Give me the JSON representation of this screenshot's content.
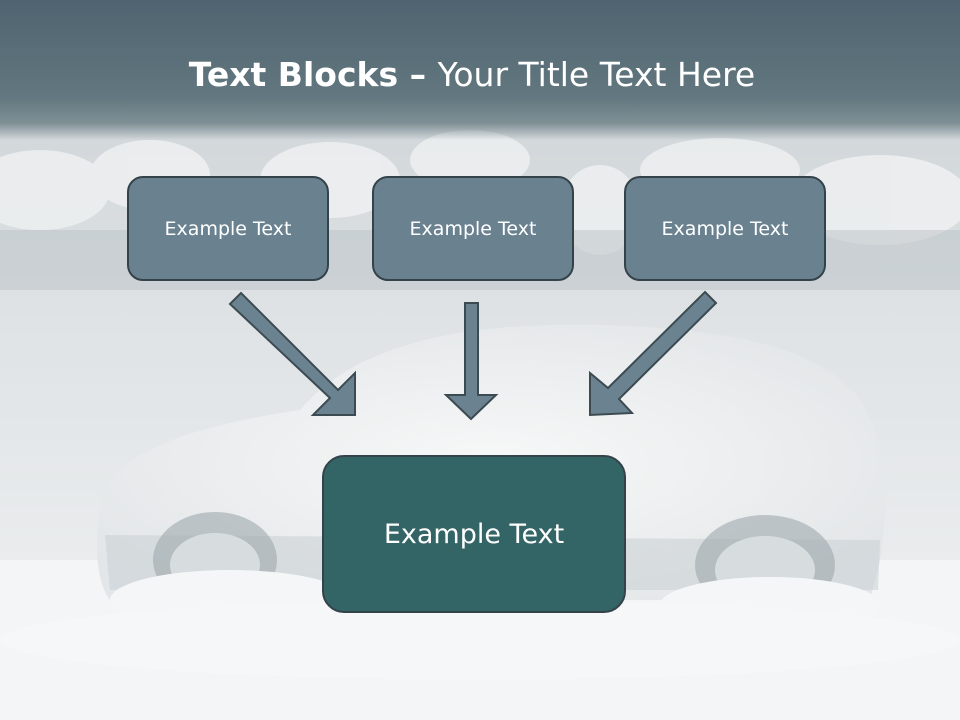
{
  "title": {
    "bold": "Text Blocks",
    "dash": " – ",
    "regular": "Your Title Text Here"
  },
  "boxes": {
    "top_left": "Example Text",
    "top_center": "Example Text",
    "top_right": "Example Text",
    "bottom": "Example Text"
  },
  "colors": {
    "title_band": "#5d727c",
    "small_box_fill": "#6a8290",
    "large_box_fill": "#336466",
    "box_border": "#34424a",
    "arrow_fill": "#6b8390"
  }
}
